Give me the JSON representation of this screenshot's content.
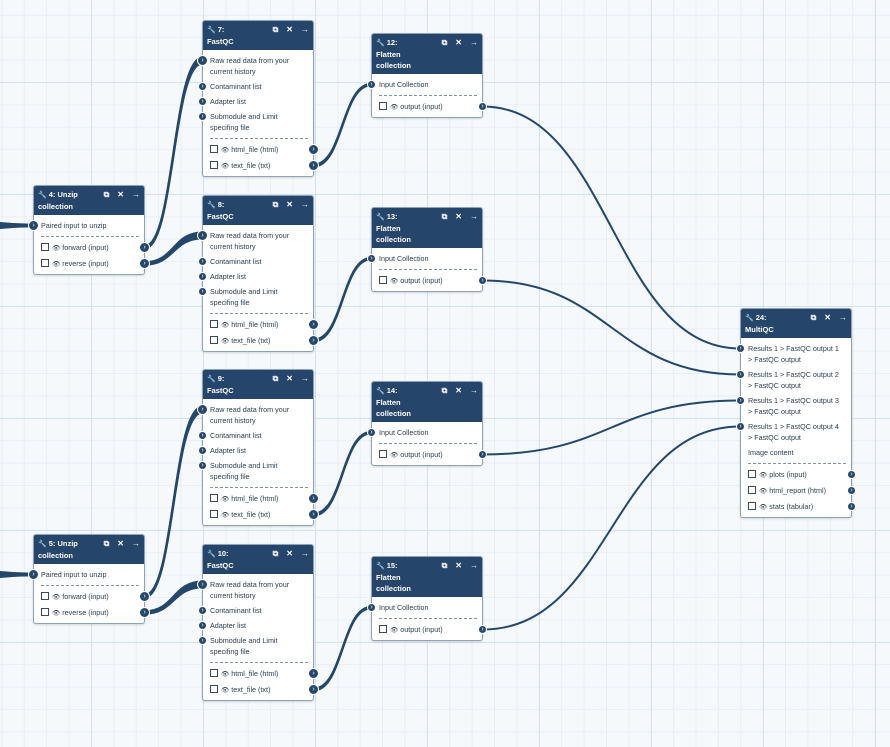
{
  "labels": {
    "copy_icon": "⧉",
    "close_icon": "✕",
    "arrow_icon": "→",
    "wrench_icon": "🔧",
    "eye_icon": "👁"
  },
  "nodes": {
    "n4": {
      "title": "4: Unzip collection",
      "inputs": [
        "Paired input to unzip"
      ],
      "outputs": [
        "forward (input)",
        "reverse (input)"
      ]
    },
    "n5": {
      "title": "5: Unzip collection",
      "inputs": [
        "Paired input to unzip"
      ],
      "outputs": [
        "forward (input)",
        "reverse (input)"
      ]
    },
    "n7": {
      "title": "7: FastQC",
      "inputs": [
        "Raw read data from your current history",
        "Contaminant list",
        "Adapter list",
        "Submodule and Limit specifing file"
      ],
      "outputs": [
        "html_file (html)",
        "text_file (txt)"
      ]
    },
    "n8": {
      "title": "8: FastQC",
      "inputs": [
        "Raw read data from your current history",
        "Contaminant list",
        "Adapter list",
        "Submodule and Limit specifing file"
      ],
      "outputs": [
        "html_file (html)",
        "text_file (txt)"
      ]
    },
    "n9": {
      "title": "9: FastQC",
      "inputs": [
        "Raw read data from your current history",
        "Contaminant list",
        "Adapter list",
        "Submodule and Limit specifing file"
      ],
      "outputs": [
        "html_file (html)",
        "text_file (txt)"
      ]
    },
    "n10": {
      "title": "10: FastQC",
      "inputs": [
        "Raw read data from your current history",
        "Contaminant list",
        "Adapter list",
        "Submodule and Limit specifing file"
      ],
      "outputs": [
        "html_file (html)",
        "text_file (txt)"
      ]
    },
    "n12": {
      "title": "12: Flatten collection",
      "inputs": [
        "Input Collection"
      ],
      "outputs": [
        "output (input)"
      ]
    },
    "n13": {
      "title": "13: Flatten collection",
      "inputs": [
        "Input Collection"
      ],
      "outputs": [
        "output (input)"
      ]
    },
    "n14": {
      "title": "14: Flatten collection",
      "inputs": [
        "Input Collection"
      ],
      "outputs": [
        "output (input)"
      ]
    },
    "n15": {
      "title": "15: Flatten collection",
      "inputs": [
        "Input Collection"
      ],
      "outputs": [
        "output (input)"
      ]
    },
    "n24": {
      "title": "24: MultiQC",
      "inputs": [
        "Results 1 > FastQC output 1 > FastQC output",
        "Results 1 > FastQC output 2 > FastQC output",
        "Results 1 > FastQC output 3 > FastQC output",
        "Results 1 > FastQC output 4 > FastQC output",
        "Image content"
      ],
      "outputs": [
        "plots (input)",
        "html_report (html)",
        "stats (tabular)"
      ]
    }
  }
}
